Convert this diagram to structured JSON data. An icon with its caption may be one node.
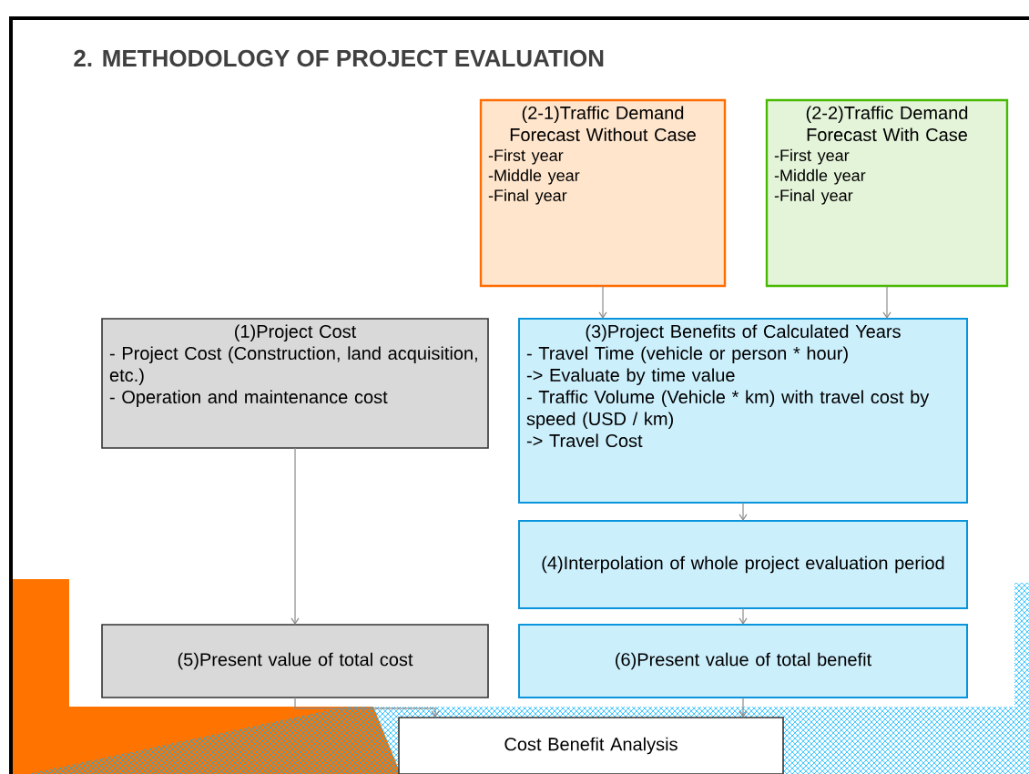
{
  "diagram": {
    "title": "2. METHODOLOGY OF PROJECT EVALUATION",
    "nodes": [
      {
        "text": [
          "(2-1)Traffic Demand Forecast Without Case",
          "-First year",
          "-Middle year",
          "-Final year"
        ]
      },
      {
        "text": [
          "(2-2)Traffic Demand Forecast With Case",
          "-First year",
          "-Middle year",
          "-Final year"
        ]
      },
      {
        "text": [
          "(1)Project Cost",
          "- Project Cost (Construction, land acquisition, etc.)",
          "- Operation and maintenance cost"
        ]
      },
      {
        "text": [
          "(3)Project Benefits of Calculated Years",
          "- Travel Time (vehicle or person * hour)",
          "-> Evaluate by time value",
          "- Traffic Volume (Vehicle * km) with travel cost by speed (USD / km)",
          "-> Travel Cost"
        ]
      },
      {
        "text": [
          "(4)Interpolation of whole project evaluation period"
        ]
      },
      {
        "text": [
          "(5)Present value of total cost"
        ]
      },
      {
        "text": [
          "(6)Present value of total benefit"
        ]
      },
      {
        "text": [
          "Cost Benefit Analysis"
        ]
      }
    ],
    "edges": [
      {
        "from": 0,
        "to": 3,
        "arrow": "to"
      },
      {
        "from": 1,
        "to": 3,
        "arrow": "to"
      },
      {
        "from": 3,
        "to": 4,
        "arrow": "to"
      },
      {
        "from": 2,
        "to": 5,
        "arrow": "to"
      },
      {
        "from": 4,
        "to": 6,
        "arrow": "to"
      },
      {
        "from": 5,
        "to": 7,
        "arrow": "to"
      },
      {
        "from": 6,
        "to": 7,
        "arrow": "to"
      }
    ]
  }
}
